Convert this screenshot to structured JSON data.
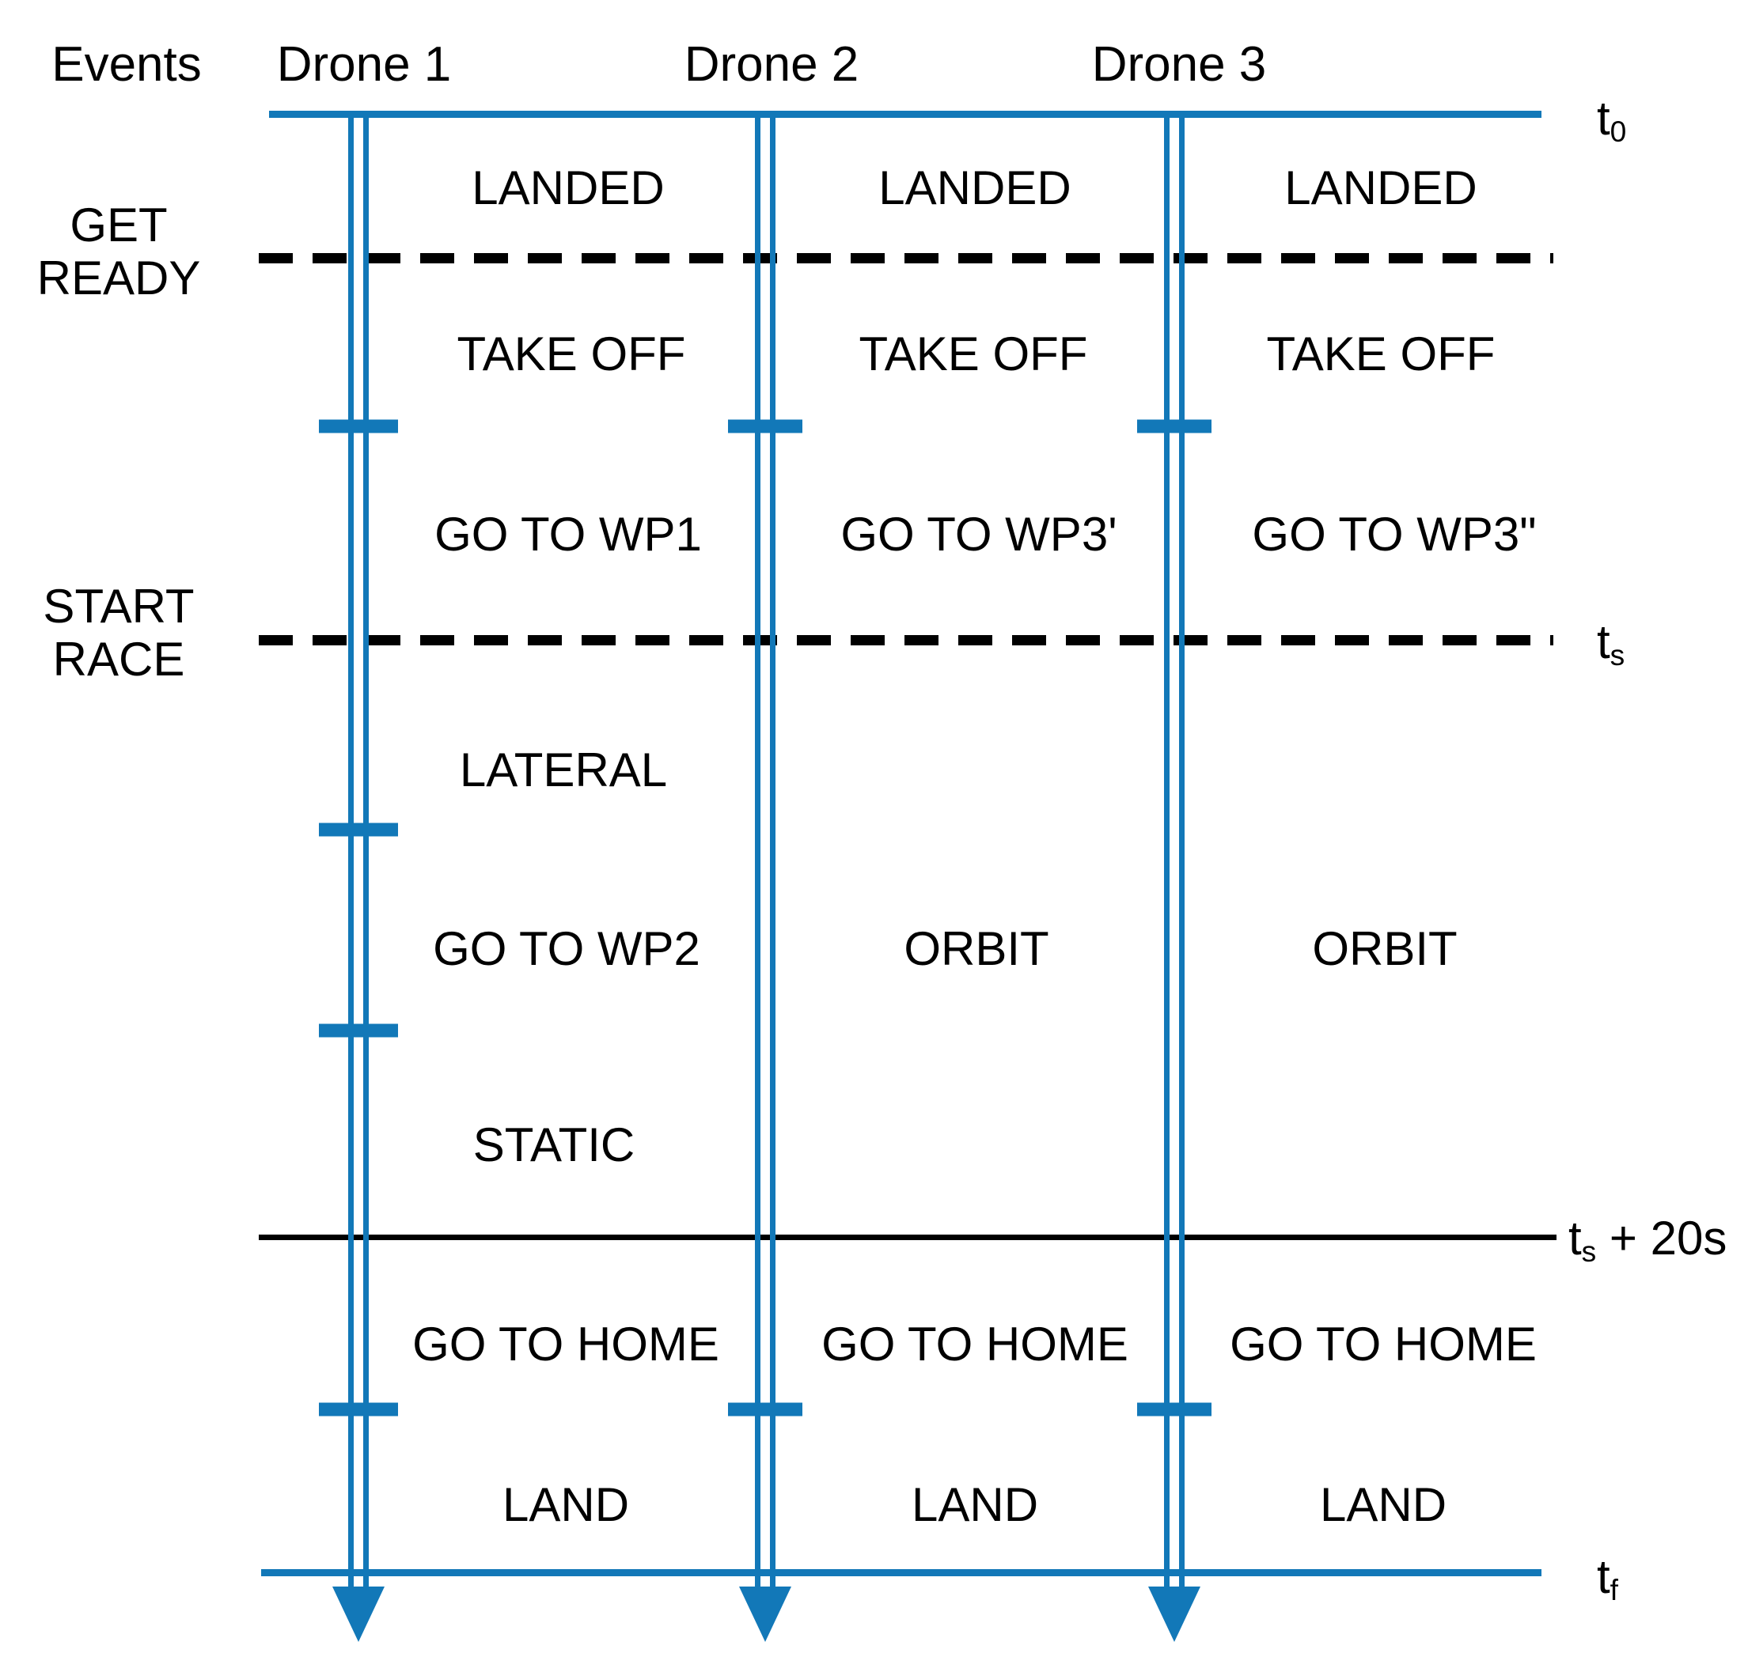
{
  "diagram": {
    "title": "Drone race mission timeline",
    "accent_color": "#1278b8",
    "line_color": "#000000",
    "background": "#ffffff"
  },
  "columns": {
    "events_header": "Events",
    "lanes": [
      {
        "id": "drone1",
        "header": "Drone 1"
      },
      {
        "id": "drone2",
        "header": "Drone 2"
      },
      {
        "id": "drone3",
        "header": "Drone 3"
      }
    ]
  },
  "phases": [
    {
      "id": "get-ready",
      "label": "GET\nREADY"
    },
    {
      "id": "start-race",
      "label": "START\nRACE"
    }
  ],
  "time_markers": [
    {
      "id": "t0",
      "base": "t",
      "sub": "0",
      "suffix": ""
    },
    {
      "id": "ts",
      "base": "t",
      "sub": "s",
      "suffix": ""
    },
    {
      "id": "ts20",
      "base": "t",
      "sub": "s",
      "suffix": " + 20s"
    },
    {
      "id": "tf",
      "base": "t",
      "sub": "f",
      "suffix": ""
    }
  ],
  "states": {
    "drone1": [
      "LANDED",
      "TAKE OFF",
      "GO TO WP1",
      "LATERAL",
      "GO TO WP2",
      "STATIC",
      "GO TO HOME",
      "LAND"
    ],
    "drone2": [
      "LANDED",
      "TAKE OFF",
      "GO TO WP3'",
      "ORBIT",
      "GO TO HOME",
      "LAND"
    ],
    "drone3": [
      "LANDED",
      "TAKE OFF",
      "GO TO WP3\"",
      "ORBIT",
      "GO TO HOME",
      "LAND"
    ]
  }
}
